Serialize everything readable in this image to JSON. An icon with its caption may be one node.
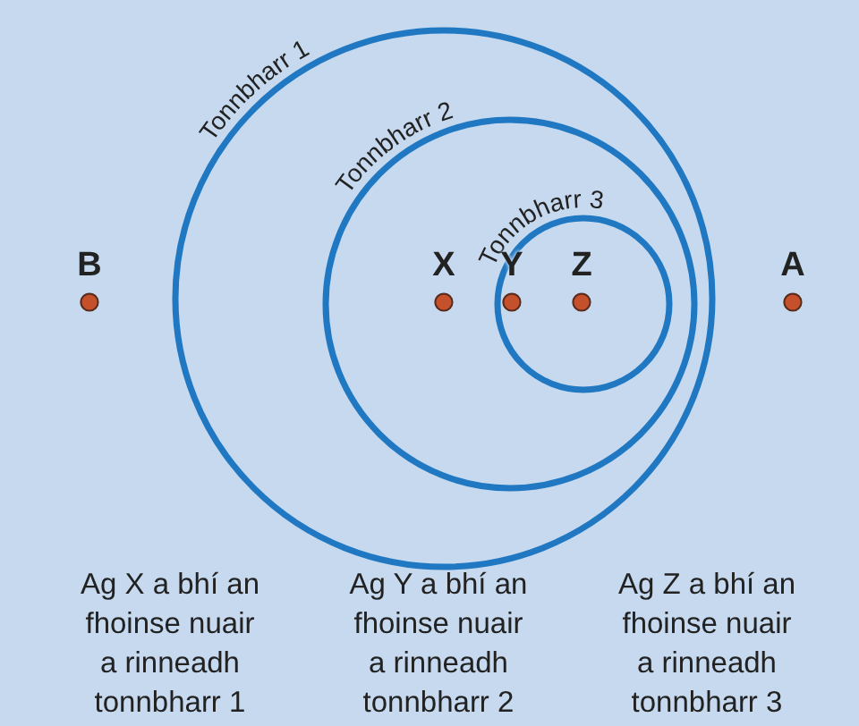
{
  "diagram": {
    "nodes": [
      {
        "text": [
          "Tonnbharr 1"
        ]
      },
      {
        "text": [
          "Tonnbharr 2"
        ],
        "in": 0
      },
      {
        "text": [
          "Tonnbharr 3"
        ],
        "in": 1
      }
    ],
    "edges": [],
    "labels": [
      "B",
      "X",
      "Y",
      "Z",
      "A",
      "Ag X a bhí an fhoinse nuair a rinneadh tonnbharr 1",
      "Ag Y a bhí an fhoinse nuair a rinneadh tonnbharr 2",
      "Ag Z a bhí an fhoinse nuair a rinneadh tonnbharr 3"
    ]
  }
}
